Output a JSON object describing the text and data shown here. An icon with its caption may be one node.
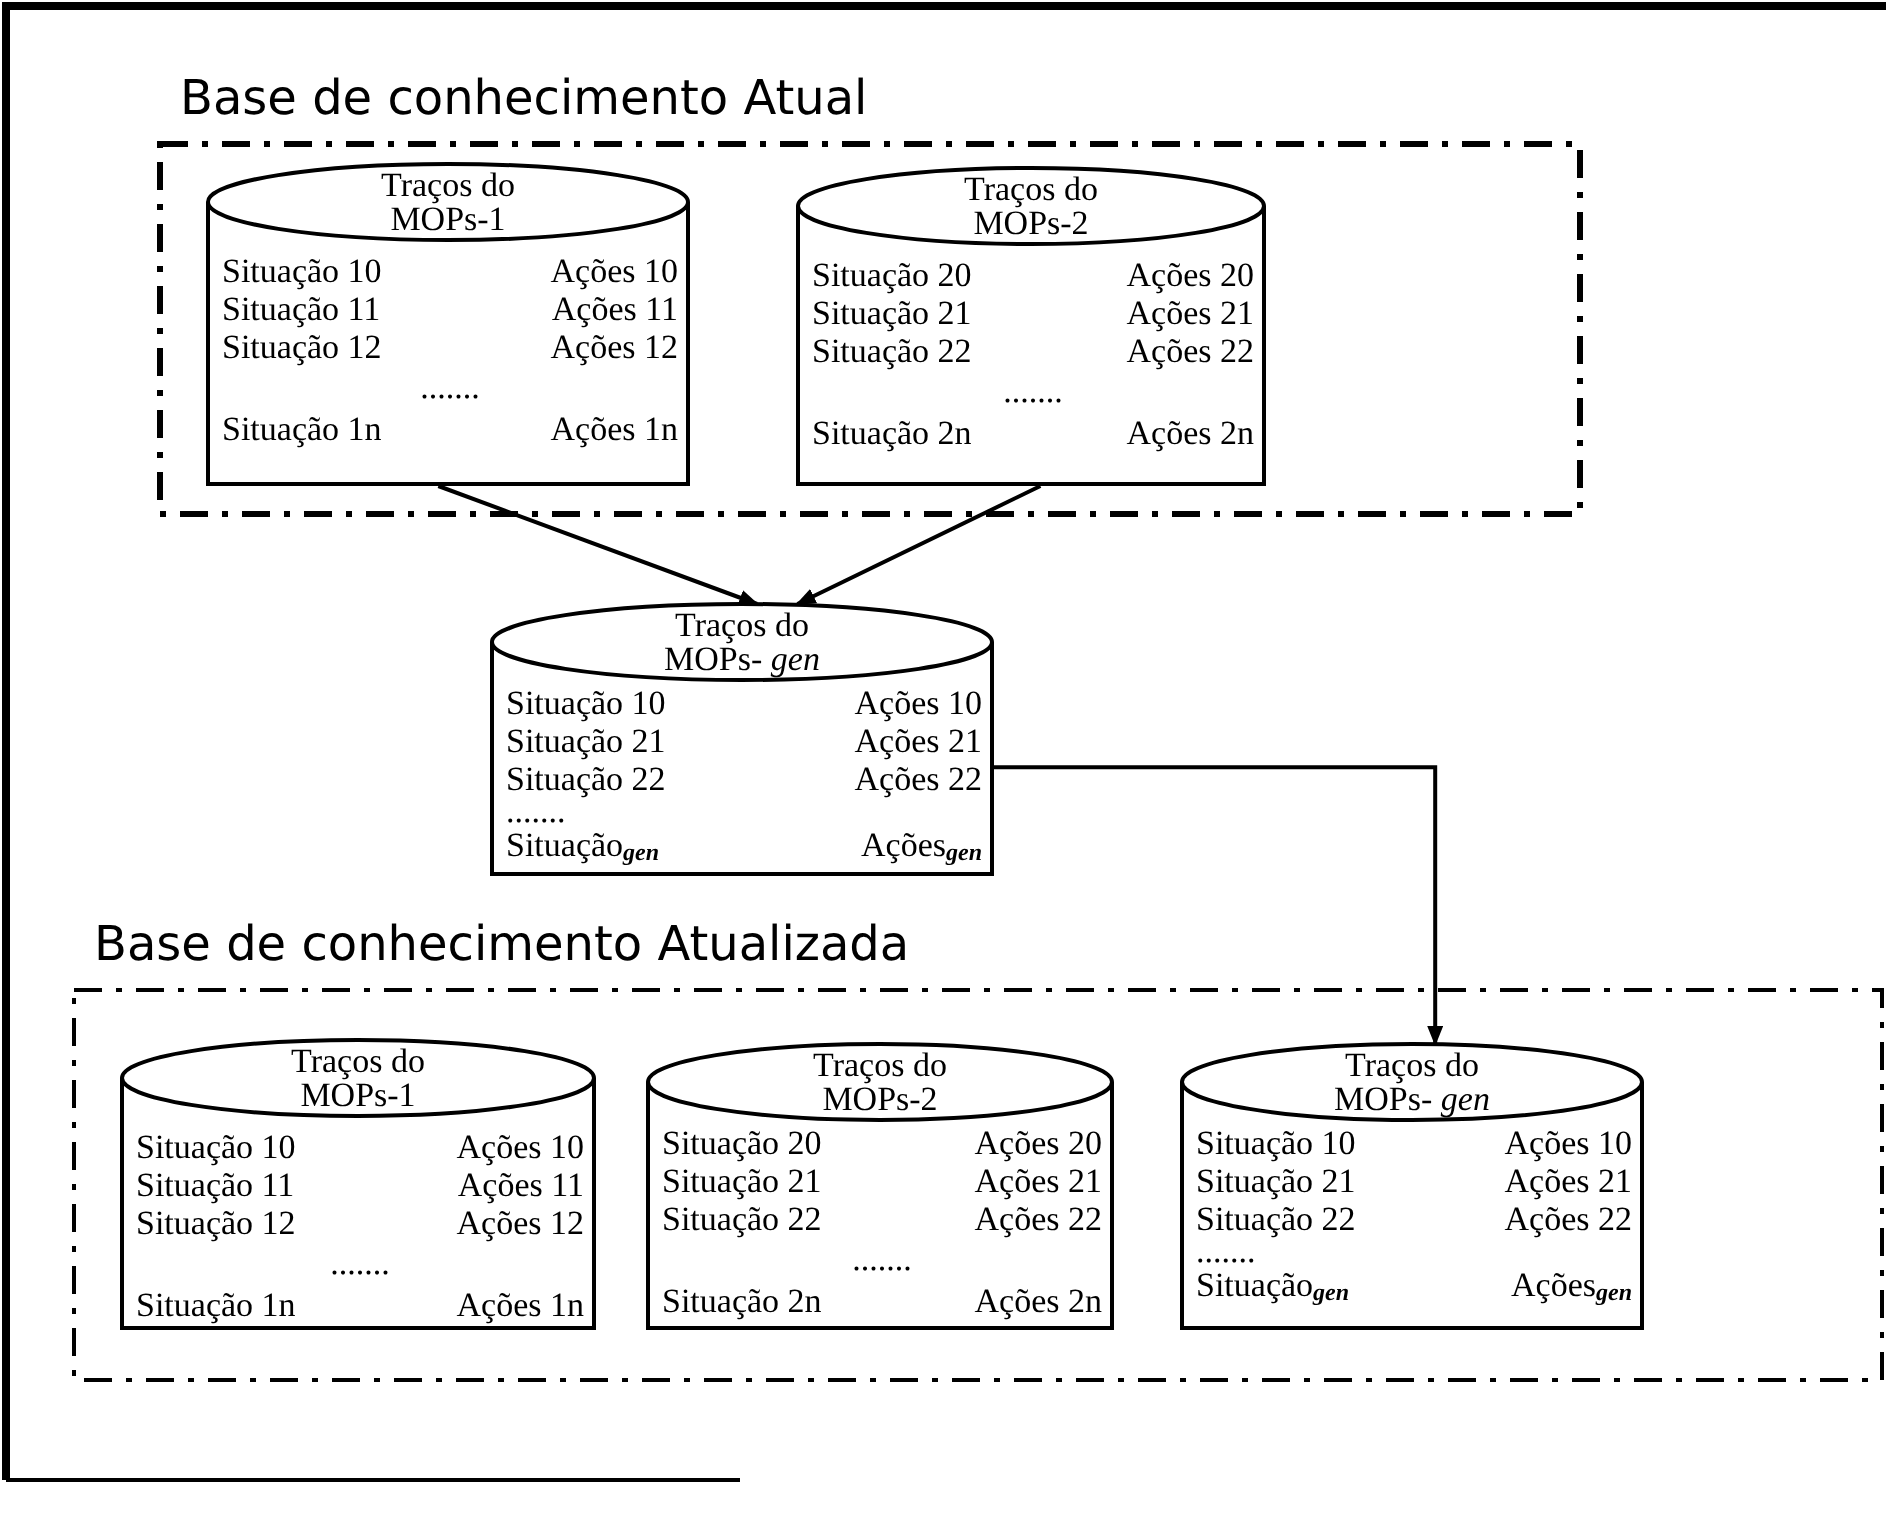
{
  "diagram": {
    "nodes": [
      {
        "text": [
          "Base de conhecimento Atual"
        ]
      },
      {
        "text": [
          "Traços do MOPs-1",
          "Situação 10",
          "Ações 10",
          "Situação 11",
          "Ações 11",
          "Situação 12",
          "Ações 12",
          ".......",
          "Situação 1n",
          "Ações 1n"
        ],
        "in": 0
      },
      {
        "text": [
          "Traços do MOPs-2",
          "Situação 20",
          "Ações 20",
          "Situação 21",
          "Ações 21",
          "Situação 22",
          "Ações 22",
          ".......",
          "Situação 2n",
          "Ações 2n"
        ],
        "in": 0
      },
      {
        "text": [
          "Traços do MOPs- *gen*",
          "Situação 10",
          "Ações 10",
          "Situação 21",
          "Ações 21",
          "Situação 22",
          "Ações 22",
          ".......",
          "Situação$_{gen}$",
          "Ações$_{gen}$"
        ]
      },
      {
        "text": [
          "Base de conhecimento Atualizada"
        ]
      },
      {
        "text": [
          "Traços do MOPs-1",
          "Situação 10",
          "Ações 10",
          "Situação 11",
          "Ações 11",
          "Situação 12",
          "Ações 12",
          ".......",
          "Situação 1n",
          "Ações 1n"
        ],
        "in": 4
      },
      {
        "text": [
          "Traços do MOPs-2",
          "Situação 20",
          "Ações 20",
          "Situação 21",
          "Ações 21",
          "Situação 22",
          "Ações 22",
          ".......",
          "Situação 2n",
          "Ações 2n"
        ],
        "in": 4
      },
      {
        "text": [
          "Traços do MOPs- *gen*",
          "Situação 10",
          "Ações 10",
          "Situação 21",
          "Ações 21",
          "Situação 22",
          "Ações 22",
          ".......",
          "Situação$_{gen}$",
          "Ações$_{gen}$"
        ],
        "in": 4
      }
    ],
    "edges": [
      {
        "from": 1,
        "to": 3,
        "arrow": "to"
      },
      {
        "from": 2,
        "to": 3,
        "arrow": "to"
      },
      {
        "from": 3,
        "to": 7,
        "arrow": "to"
      }
    ]
  }
}
